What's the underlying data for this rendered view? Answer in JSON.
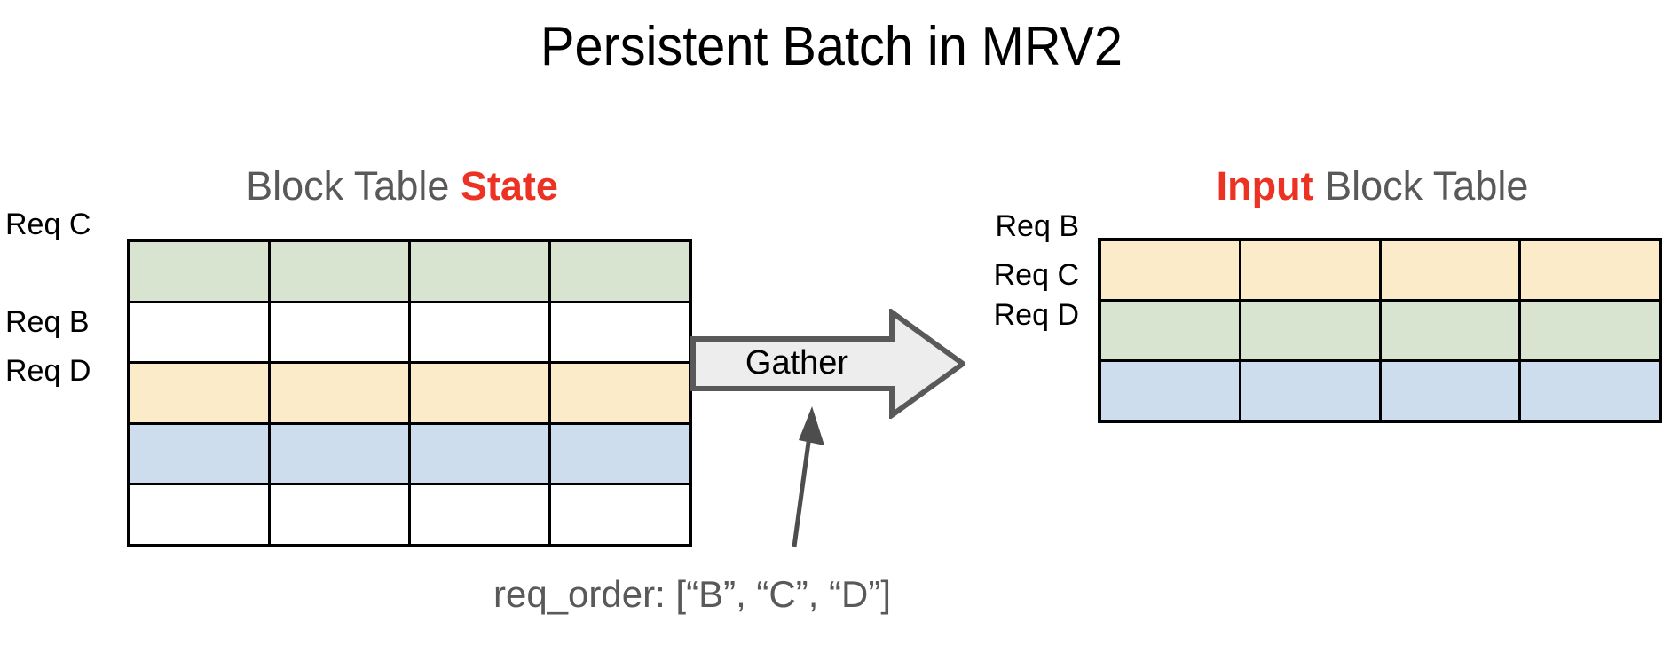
{
  "slide": {
    "title": "Persistent Batch in MRV2",
    "background_color": "#ffffff"
  },
  "colors": {
    "accent_red": "#EB3223",
    "heading_gray": "#595959",
    "cell_green": "#D8E4D0",
    "cell_yellow": "#FBEBC8",
    "cell_blue": "#CEDDEE",
    "cell_white": "#FFFFFF",
    "grid_black": "#000000",
    "arrow_fill": "#EDEDED",
    "arrow_stroke": "#595959",
    "callout_arrow": "#4D4D4D"
  },
  "left_panel": {
    "heading_prefix": "Block Table ",
    "heading_accent": "State",
    "table": {
      "columns": 4,
      "rows": [
        {
          "label": "Req C",
          "fill": "green",
          "occupied": true
        },
        {
          "label": "",
          "fill": "white",
          "occupied": false
        },
        {
          "label": "Req B",
          "fill": "yellow",
          "occupied": true
        },
        {
          "label": "Req D",
          "fill": "blue",
          "occupied": true
        },
        {
          "label": "",
          "fill": "white",
          "occupied": false
        }
      ]
    }
  },
  "right_panel": {
    "heading_accent": "Input",
    "heading_suffix": " Block Table",
    "table": {
      "columns": 4,
      "rows": [
        {
          "label": "Req B",
          "fill": "yellow",
          "occupied": true
        },
        {
          "label": "Req C",
          "fill": "green",
          "occupied": true
        },
        {
          "label": "Req D",
          "fill": "blue",
          "occupied": true
        }
      ]
    }
  },
  "gather": {
    "label": "Gather",
    "direction": "right"
  },
  "req_order": {
    "caption": "req_order: [“B”, “C”, “D”]",
    "values": [
      "B",
      "C",
      "D"
    ]
  }
}
